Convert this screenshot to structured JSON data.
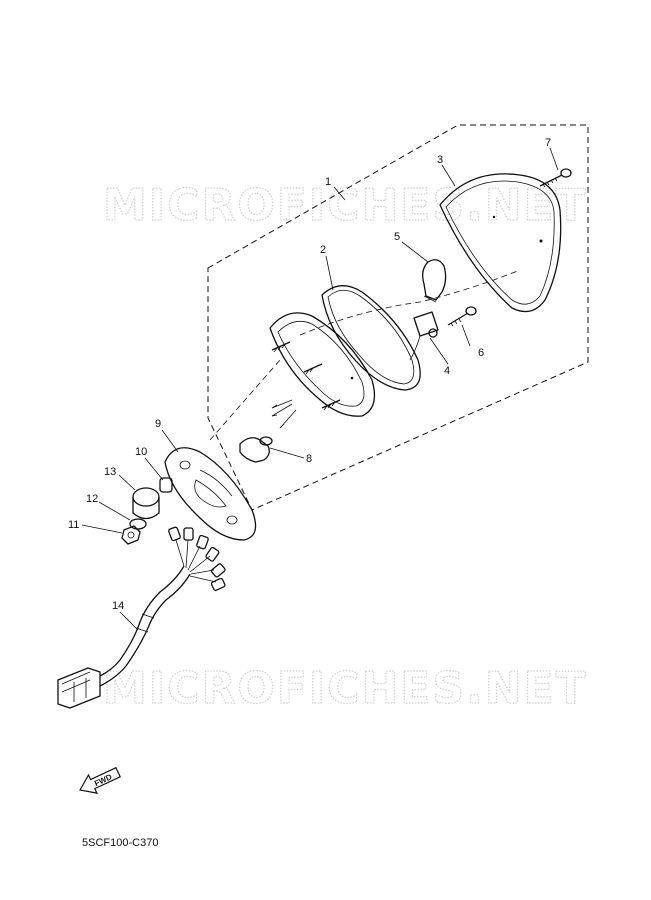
{
  "watermark": "MICROFICHES.NET",
  "diagram_code": "5SCF100-C370",
  "fwd_label": "FWD",
  "callouts": {
    "p1": "1",
    "p2": "2",
    "p3": "3",
    "p4": "4",
    "p5": "5",
    "p6": "6",
    "p7": "7",
    "p8": "8",
    "p9": "9",
    "p10": "10",
    "p11": "11",
    "p12": "12",
    "p13": "13",
    "p14": "14"
  }
}
